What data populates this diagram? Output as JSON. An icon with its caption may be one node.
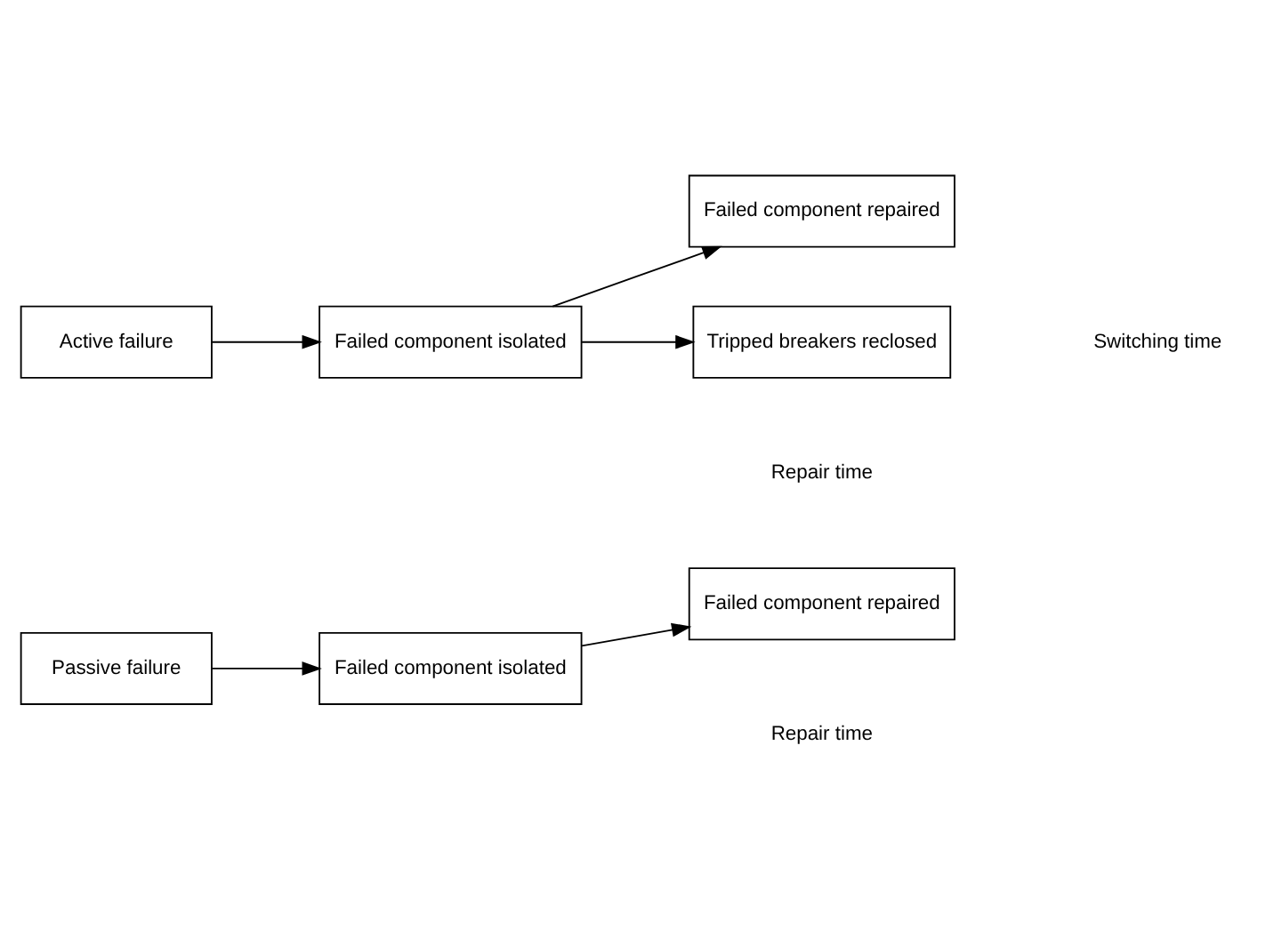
{
  "diagram": {
    "nodes": [
      {
        "text": [
          "Passive failure"
        ]
      },
      {
        "text": [
          "Failed component isolated"
        ]
      },
      {
        "text": [
          "Failed component repaired"
        ]
      },
      {
        "text": [
          "Active failure"
        ]
      },
      {
        "text": [
          "Failed component isolated"
        ]
      },
      {
        "text": [
          "Failed component repaired"
        ]
      },
      {
        "text": [
          "Tripped breakers reclosed"
        ]
      }
    ],
    "edges": [
      {
        "from": 0,
        "to": 1,
        "arrow": "to"
      },
      {
        "from": 1,
        "to": 2,
        "arrow": "to"
      },
      {
        "from": 3,
        "to": 4,
        "arrow": "to"
      },
      {
        "from": 4,
        "to": 5,
        "arrow": "to"
      },
      {
        "from": 4,
        "to": 6,
        "arrow": "to"
      }
    ],
    "labels": [
      "Repair time",
      "Repair time",
      "Switching time"
    ]
  }
}
